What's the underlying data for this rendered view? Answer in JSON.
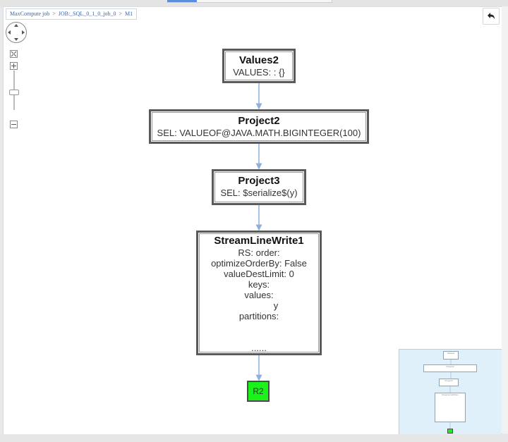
{
  "breadcrumb": {
    "items": [
      "MaxCompute job",
      "JOB:_SQL_0_1_0_job_0",
      "M1"
    ],
    "separator": ">"
  },
  "toolbar": {
    "undo_icon": "undo-arrow-icon"
  },
  "nav_controls": {
    "pan_icon": "pan-arrows-icon",
    "fit_icon": "fit-screen-icon",
    "zoom_in_icon": "zoom-in-icon",
    "zoom_out_icon": "zoom-out-icon"
  },
  "nodes": {
    "values2": {
      "title": "Values2",
      "lines": [
        "VALUES:  : {}"
      ]
    },
    "project2": {
      "title": "Project2",
      "lines": [
        "SEL: VALUEOF@JAVA.MATH.BIGINTEGER(100)"
      ]
    },
    "project3": {
      "title": "Project3",
      "lines": [
        "SEL: $serialize$(y)"
      ]
    },
    "streamlinewrite1": {
      "title": "StreamLineWrite1",
      "lines": [
        "RS: order:",
        "optimizeOrderBy: False",
        "valueDestLimit: 0",
        "keys:",
        "values:",
        "y",
        "partitions:",
        "",
        "",
        "......"
      ]
    },
    "r2": {
      "title": "R2"
    }
  },
  "minimap": {
    "nodes": [
      "Values2",
      "Project2",
      "Project3",
      "StreamLineWrite1",
      "R2"
    ]
  },
  "colors": {
    "edge": "#8fb0df",
    "output_node": "#19f319",
    "minimap_bg": "#dff0fb",
    "link": "#3a64b2"
  }
}
